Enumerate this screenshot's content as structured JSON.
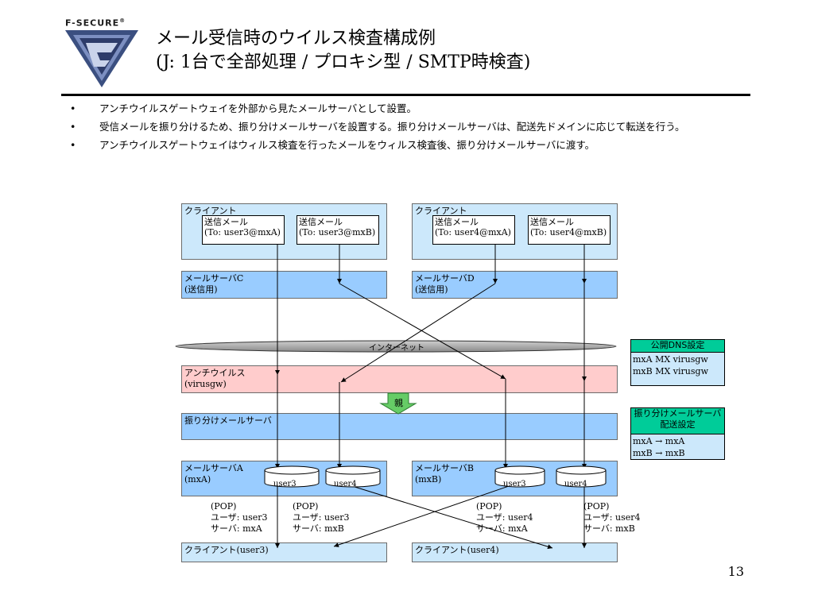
{
  "logo": {
    "text": "F-SECURE",
    "reg": "®"
  },
  "title": {
    "line1": "メール受信時のウイルス検査構成例",
    "line2": "(J: 1台で全部処理 / プロキシ型 / SMTP時検査)"
  },
  "bullets": [
    "アンチウイルスゲートウェイを外部から見たメールサーバとして設置。",
    "受信メールを振り分けるため、振り分けメールサーバを設置する。振り分けメールサーバは、配送先ドメインに応じて転送を行う。",
    "アンチウイルスゲートウェイはウィルス検査を行ったメールをウィルス検査後、振り分けメールサーバに渡す。"
  ],
  "bullet_symbol": "•",
  "diagram": {
    "client_left": {
      "label": "クライアント",
      "mails": [
        "送信メール\n(To: user3@mxA)",
        "送信メール\n(To: user3@mxB)"
      ]
    },
    "client_right": {
      "label": "クライアント",
      "mails": [
        "送信メール\n(To: user4@mxA)",
        "送信メール\n(To: user4@mxB)"
      ]
    },
    "server_c": "メールサーバC\n(送信用)",
    "server_d": "メールサーバD\n(送信用)",
    "internet": "インターネット",
    "antivirus": "アンチウイルス\n(virusgw)",
    "oya": "親",
    "dispatch": "振り分けメールサーバ",
    "server_a": "メールサーバA\n(mxA)",
    "server_b": "メールサーバB\n(mxB)",
    "mailboxes": [
      "user3",
      "user4",
      "user3",
      "user4"
    ],
    "pop_labels": [
      "(POP)\nユーザ: user3\nサーバ: mxA",
      "(POP)\nユーザ: user3\nサーバ: mxB",
      "(POP)\nユーザ: user4\nサーバ: mxA",
      "(POP)\nユーザ: user4\nサーバ: mxB"
    ],
    "client_user3": "クライアント(user3)",
    "client_user4": "クライアント(user4)",
    "dns_panel": {
      "head": "公開DNS設定",
      "lines": [
        "mxA  MX virusgw",
        "mxB  MX virusgw"
      ]
    },
    "dispatch_panel": {
      "head": "振り分けメールサーバ\n配送設定",
      "lines": [
        "mxA → mxA",
        "mxB → mxB"
      ]
    }
  },
  "page_number": "13",
  "colors": {
    "client": "#cce8fb",
    "server": "#99ccff",
    "antivirus": "#ffcccc",
    "panel_head": "#00cc99",
    "arrow_green": "#66cc66"
  }
}
